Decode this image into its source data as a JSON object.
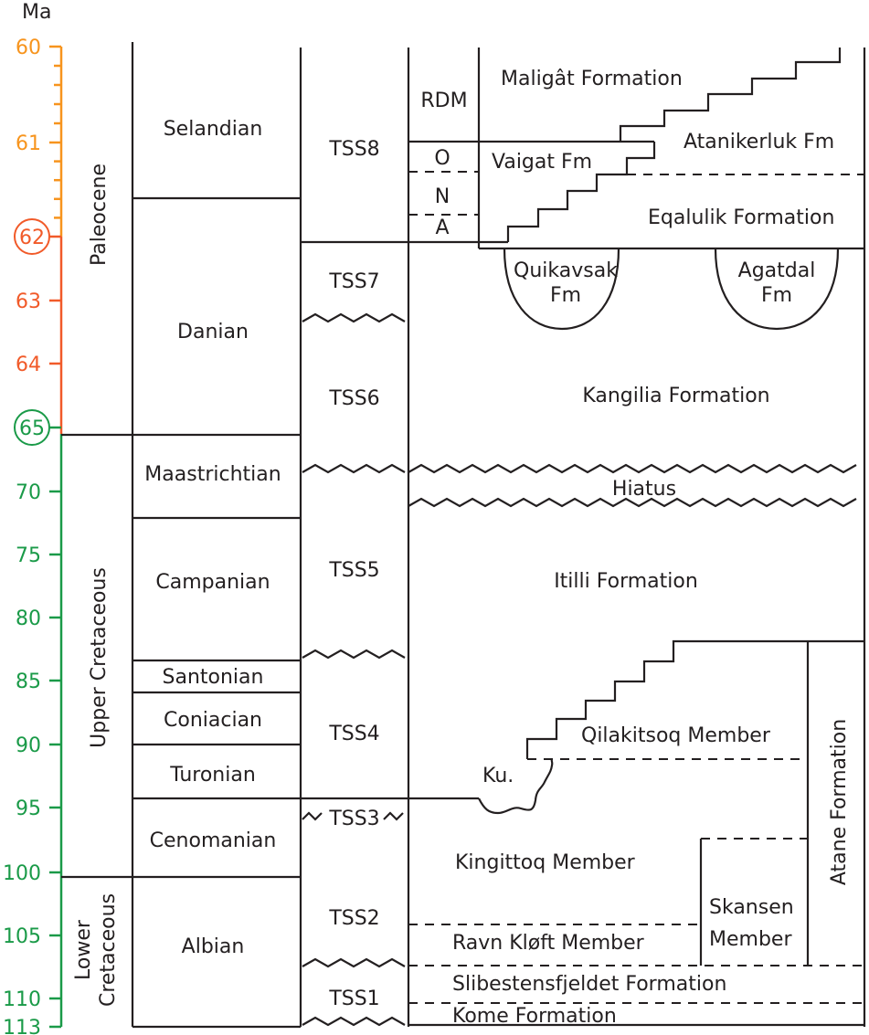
{
  "axis": {
    "unit_label": "Ma",
    "colors": {
      "paleocene_upper": "#f7941d",
      "paleocene_lower": "#f15a29",
      "cretaceous": "#1a9a48"
    },
    "ticks": [
      {
        "label": "60",
        "value": 60,
        "color": "#f7941d",
        "circled": false
      },
      {
        "label": "61",
        "value": 61,
        "color": "#f7941d",
        "circled": false
      },
      {
        "label": "62",
        "value": 62,
        "color": "#f15a29",
        "circled": true
      },
      {
        "label": "63",
        "value": 63,
        "color": "#f15a29",
        "circled": false
      },
      {
        "label": "64",
        "value": 64,
        "color": "#f15a29",
        "circled": false
      },
      {
        "label": "65",
        "value": 65,
        "color": "#1a9a48",
        "circled": true
      },
      {
        "label": "70",
        "value": 70,
        "color": "#1a9a48",
        "circled": false
      },
      {
        "label": "75",
        "value": 75,
        "color": "#1a9a48",
        "circled": false
      },
      {
        "label": "80",
        "value": 80,
        "color": "#1a9a48",
        "circled": false
      },
      {
        "label": "85",
        "value": 85,
        "color": "#1a9a48",
        "circled": false
      },
      {
        "label": "90",
        "value": 90,
        "color": "#1a9a48",
        "circled": false
      },
      {
        "label": "95",
        "value": 95,
        "color": "#1a9a48",
        "circled": false
      },
      {
        "label": "100",
        "value": 100,
        "color": "#1a9a48",
        "circled": false
      },
      {
        "label": "105",
        "value": 105,
        "color": "#1a9a48",
        "circled": false
      },
      {
        "label": "110",
        "value": 110,
        "color": "#1a9a48",
        "circled": false
      },
      {
        "label": "113",
        "value": 113,
        "color": "#1a9a48",
        "circled": false
      }
    ]
  },
  "epochs": [
    {
      "label": "Paleocene"
    },
    {
      "label": "Upper Cretaceous"
    },
    {
      "label": "Lower",
      "label2": "Cretaceous"
    }
  ],
  "stages": [
    {
      "label": "Selandian"
    },
    {
      "label": "Danian"
    },
    {
      "label": "Maastrichtian"
    },
    {
      "label": "Campanian"
    },
    {
      "label": "Santonian"
    },
    {
      "label": "Coniacian"
    },
    {
      "label": "Turonian"
    },
    {
      "label": "Cenomanian"
    },
    {
      "label": "Albian"
    }
  ],
  "sequences": [
    {
      "label": "TSS8"
    },
    {
      "label": "TSS7"
    },
    {
      "label": "TSS6"
    },
    {
      "label": "TSS5"
    },
    {
      "label": "TSS4"
    },
    {
      "label": "TSS3"
    },
    {
      "label": "TSS2"
    },
    {
      "label": "TSS1"
    }
  ],
  "units": {
    "rdm": "RDM",
    "o": "O",
    "n": "N",
    "a": "A",
    "maligat": "Maligât Formation",
    "atanikerluk": "Atanikerluk Fm",
    "vaigat": "Vaigat Fm",
    "eqalulik": "Eqalulik Formation",
    "quikavsak_1": "Quikavsak",
    "quikavsak_2": "Fm",
    "agatdal_1": "Agatdal",
    "agatdal_2": "Fm",
    "kangilia": "Kangilia Formation",
    "hiatus": "Hiatus",
    "itilli": "Itilli Formation",
    "qilakitsoq": "Qilakitsoq Member",
    "ku": "Ku.",
    "kingittoq": "Kingittoq Member",
    "skansen_1": "Skansen",
    "skansen_2": "Member",
    "atane": "Atane Formation",
    "ravn": "Ravn Kløft Member",
    "slibestensfjeldet": "Slibestensfjeldet Formation",
    "kome": "Kome Formation"
  }
}
